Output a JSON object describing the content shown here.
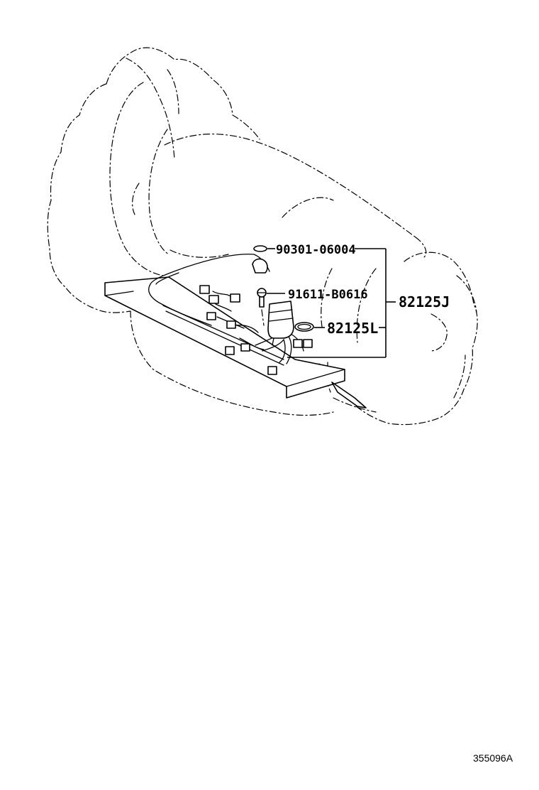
{
  "labels": {
    "gasket": "90301-06004",
    "bolt": "91611-B0616",
    "oring": "82125L",
    "assembly": "82125J"
  },
  "illustration_code": "355096A"
}
